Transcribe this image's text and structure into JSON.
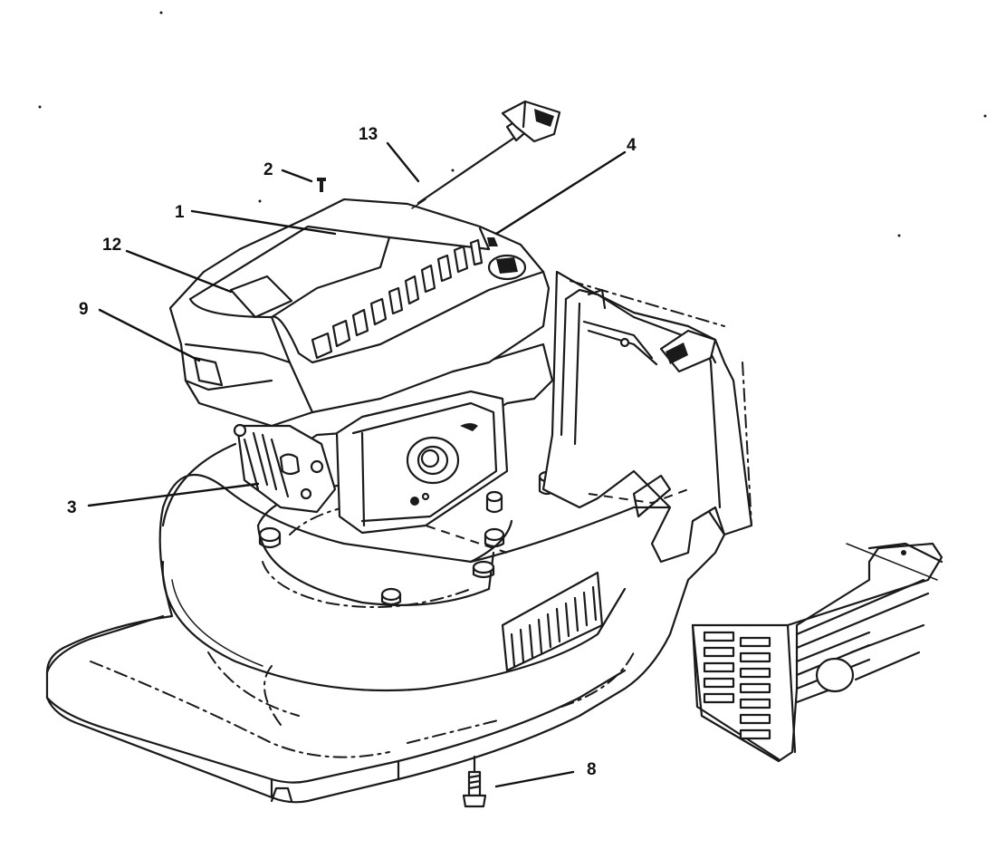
{
  "callouts": [
    {
      "id": "1",
      "label": "1"
    },
    {
      "id": "2",
      "label": "2"
    },
    {
      "id": "3",
      "label": "3"
    },
    {
      "id": "4",
      "label": "4"
    },
    {
      "id": "8",
      "label": "8"
    },
    {
      "id": "9",
      "label": "9"
    },
    {
      "id": "12",
      "label": "12"
    },
    {
      "id": "13",
      "label": "13"
    }
  ]
}
